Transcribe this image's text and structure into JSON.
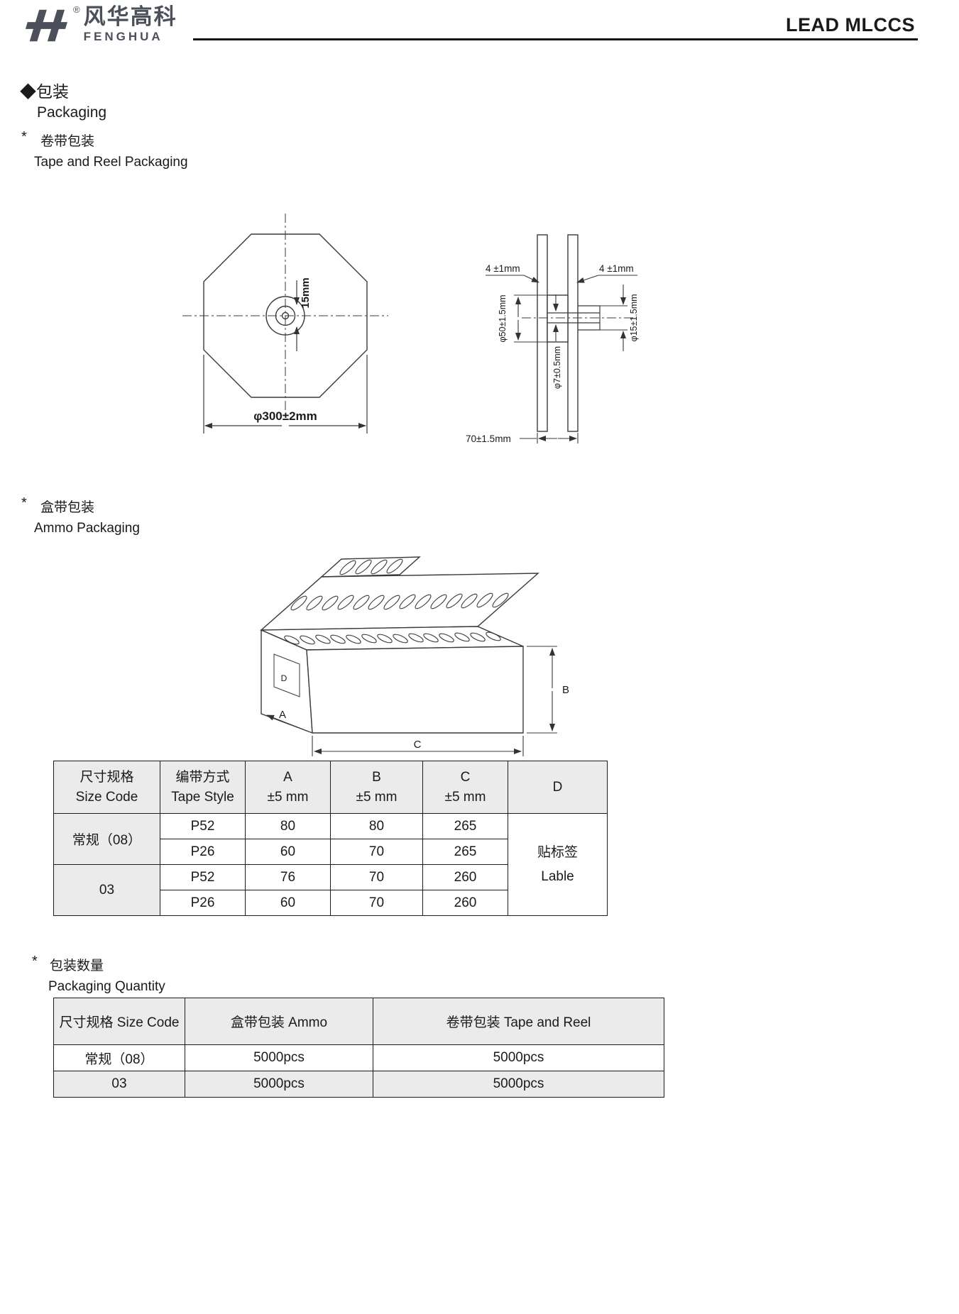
{
  "header": {
    "logo_cn": "风华高科",
    "logo_en": "FENGHUA",
    "registered_mark": "®",
    "doc_title": "LEAD MLCCS"
  },
  "sections": {
    "packaging_cn": "◆包装",
    "packaging_en": "Packaging",
    "tape_reel_bullet": "*",
    "tape_reel_cn": "卷带包装",
    "tape_reel_en": "Tape and Reel Packaging",
    "ammo_bullet": "*",
    "ammo_cn": "盒带包装",
    "ammo_en": "Ammo Packaging",
    "quantity_bullet": "*",
    "quantity_cn": "包装数量",
    "quantity_en": "Packaging Quantity"
  },
  "reel_front": {
    "dim_hole": "15mm",
    "dim_outer": "φ300±2mm"
  },
  "reel_side": {
    "dim_flange_left": "4 ±1mm",
    "dim_flange_right": "4 ±1mm",
    "dim_hub": "φ50±1.5mm",
    "dim_hole": "φ7±0.5mm",
    "dim_spindle": "φ15±1.5mm",
    "dim_width": "70±1.5mm"
  },
  "ammo_drawing": {
    "label_a": "A",
    "label_b": "B",
    "label_c": "C",
    "label_d": "D"
  },
  "ammo_table": {
    "h_size_cn": "尺寸规格",
    "h_size_en": "Size Code",
    "h_style_cn": "编带方式",
    "h_style_en": "Tape Style",
    "h_a": "A",
    "h_a_tol": "±5 mm",
    "h_b": "B",
    "h_b_tol": "±5 mm",
    "h_c": "C",
    "h_c_tol": "±5 mm",
    "h_d": "D",
    "size1": "常规（08）",
    "size2": "03",
    "rows": [
      {
        "style": "P52",
        "a": "80",
        "b": "80",
        "c": "265"
      },
      {
        "style": "P26",
        "a": "60",
        "b": "70",
        "c": "265"
      },
      {
        "style": "P52",
        "a": "76",
        "b": "70",
        "c": "260"
      },
      {
        "style": "P26",
        "a": "60",
        "b": "70",
        "c": "260"
      }
    ],
    "d_cn": "贴标签",
    "d_en": "Lable"
  },
  "quantity_table": {
    "h_size": "尺寸规格 Size Code",
    "h_ammo": "盒带包装 Ammo",
    "h_tape": "卷带包装 Tape and Reel",
    "rows": [
      {
        "size": "常规（08）",
        "ammo": "5000pcs",
        "tape": "5000pcs"
      },
      {
        "size": "03",
        "ammo": "5000pcs",
        "tape": "5000pcs"
      }
    ]
  }
}
